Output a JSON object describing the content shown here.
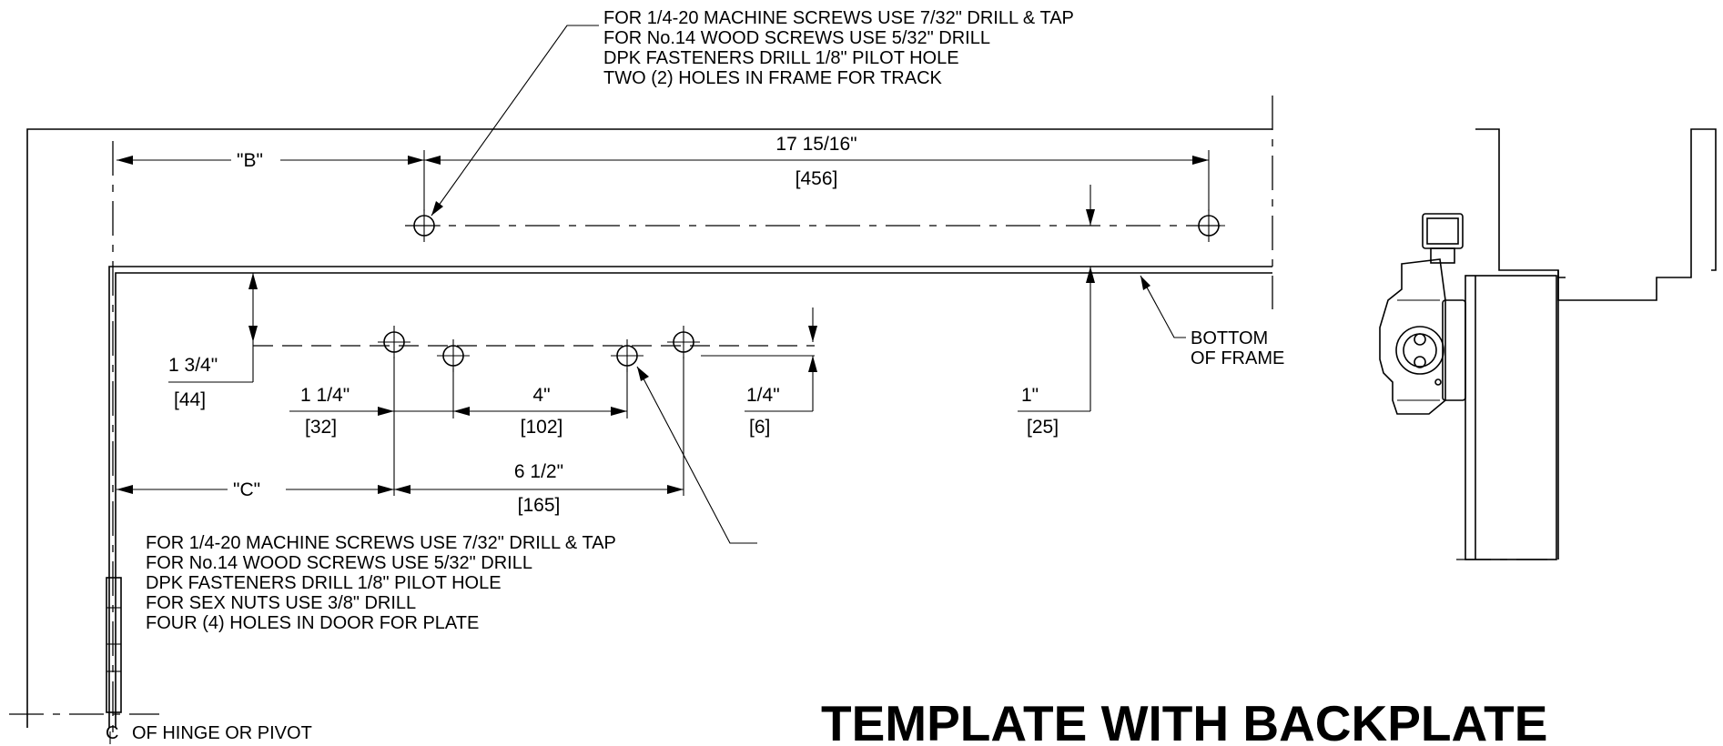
{
  "notes": {
    "track_holes": [
      "FOR 1/4-20 MACHINE SCREWS USE 7/32\" DRILL & TAP",
      "FOR No.14 WOOD SCREWS USE 5/32\" DRILL",
      "DPK FASTENERS DRILL 1/8\"  PILOT HOLE",
      "TWO (2) HOLES IN FRAME FOR TRACK"
    ],
    "plate_holes": [
      "FOR 1/4-20 MACHINE SCREWS USE 7/32\" DRILL & TAP",
      "FOR No.14 WOOD SCREWS USE 5/32\" DRILL",
      "DPK FASTENERS DRILL 1/8\"  PILOT HOLE",
      "FOR SEX NUTS USE 3/8\" DRILL",
      "FOUR (4) HOLES IN DOOR FOR PLATE"
    ],
    "bottom_of_frame": [
      "BOTTOM",
      "OF FRAME"
    ],
    "hinge": "OF HINGE OR PIVOT",
    "hinge_symbol": "C"
  },
  "dimensions": {
    "b": "\"B\"",
    "track_span_in": "17 15/16\"",
    "track_span_mm": "[456]",
    "plate_offset_in": "1 3/4\"",
    "plate_offset_mm": "[44]",
    "hole_spacing_a_in": "1 1/4\"",
    "hole_spacing_a_mm": "[32]",
    "hole_spacing_b_in": "4\"",
    "hole_spacing_b_mm": "[102]",
    "hole_offset_in": "1/4\"",
    "hole_offset_mm": "[6]",
    "track_offset_in": "1\"",
    "track_offset_mm": "[25]",
    "c": "\"C\"",
    "plate_span_in": "6 1/2\"",
    "plate_span_mm": "[165]"
  },
  "title": "TEMPLATE WITH BACKPLATE"
}
